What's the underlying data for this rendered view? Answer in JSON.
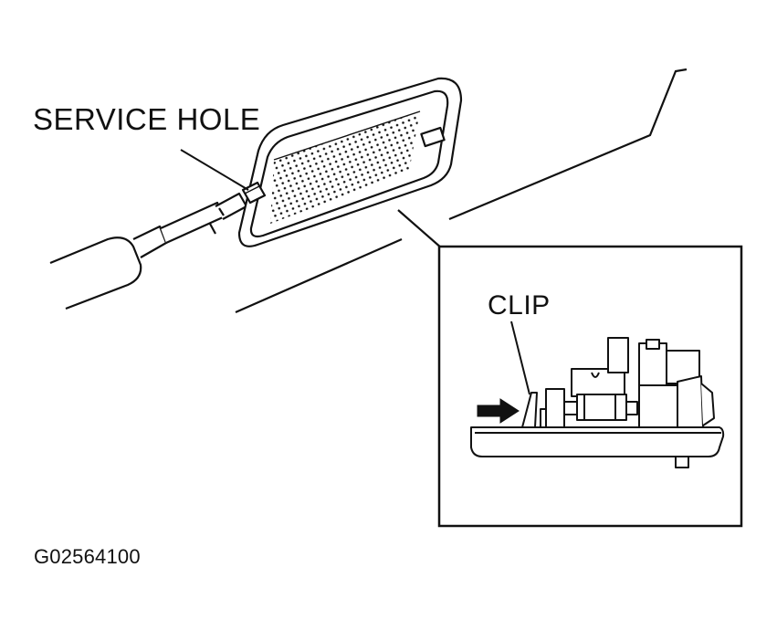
{
  "labels": {
    "service_hole": "SERVICE HOLE",
    "clip": "CLIP",
    "figure_code": "G02564100"
  },
  "colors": {
    "ink": "#111111",
    "paper": "#ffffff"
  },
  "icons": {
    "arrow": "push-direction-arrow-icon"
  }
}
